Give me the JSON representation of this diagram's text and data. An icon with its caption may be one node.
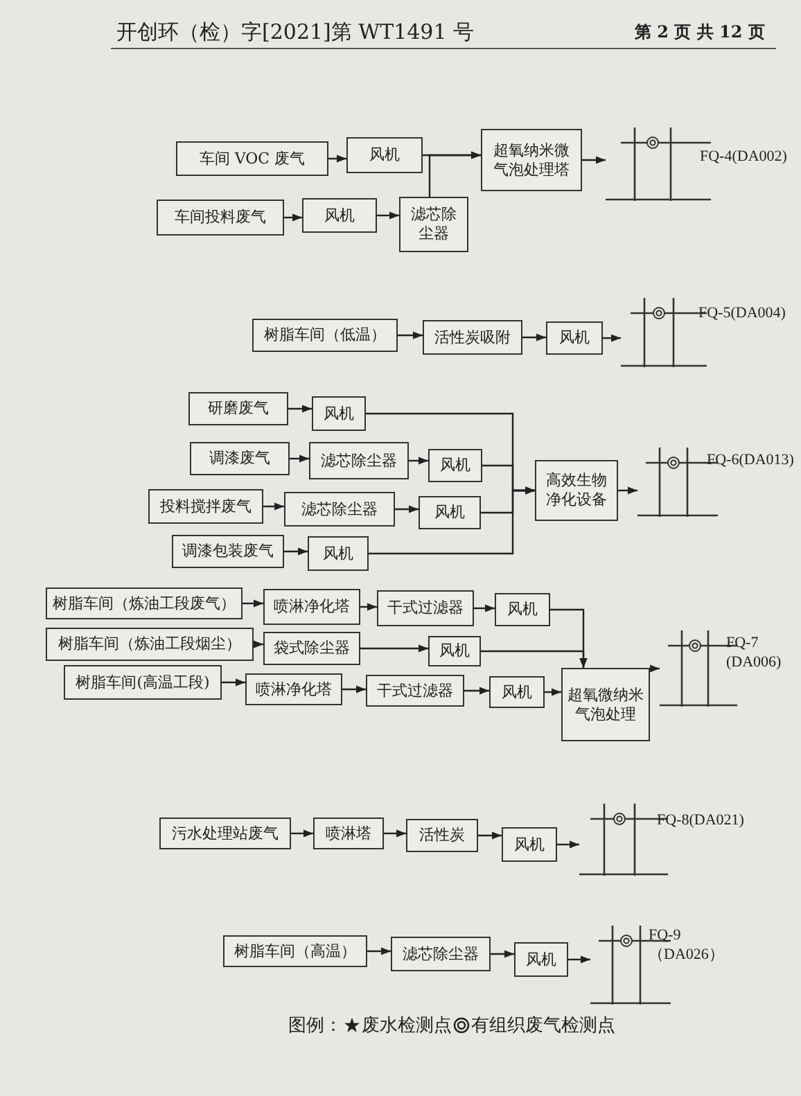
{
  "diagram": {
    "nodes": [
      {
        "text": [
          "车间 VOC 废气"
        ]
      },
      {
        "text": [
          "风机"
        ]
      },
      {
        "text": [
          "超氧纳米微气泡处理塔"
        ]
      },
      {
        "text": [],
        "shape": "chimney",
        "beside": [
          "FQ-4(DA002)"
        ]
      },
      {
        "text": [
          "车间投料废气"
        ]
      },
      {
        "text": [
          "风机"
        ]
      },
      {
        "text": [
          "滤芯除尘器"
        ]
      },
      {
        "text": [
          "树脂车间（低温）"
        ]
      },
      {
        "text": [
          "活性炭吸附"
        ]
      },
      {
        "text": [
          "风机"
        ]
      },
      {
        "text": [],
        "shape": "chimney",
        "beside": [
          "FQ-5(DA004)"
        ]
      },
      {
        "text": [
          "研磨废气"
        ]
      },
      {
        "text": [
          "风机"
        ]
      },
      {
        "text": [
          "高效生物净化设备"
        ]
      },
      {
        "text": [],
        "shape": "chimney",
        "beside": [
          "FQ-6(DA013)"
        ]
      },
      {
        "text": [
          "调漆废气"
        ]
      },
      {
        "text": [
          "滤芯除尘器"
        ]
      },
      {
        "text": [
          "风机"
        ]
      },
      {
        "text": [
          "投料搅拌废气"
        ]
      },
      {
        "text": [
          "滤芯除尘器"
        ]
      },
      {
        "text": [
          "风机"
        ]
      },
      {
        "text": [
          "调漆包装废气"
        ]
      },
      {
        "text": [
          "风机"
        ]
      },
      {
        "text": [
          "树脂车间（炼油工段废气）"
        ]
      },
      {
        "text": [
          "喷淋净化塔"
        ]
      },
      {
        "text": [
          "干式过滤器"
        ]
      },
      {
        "text": [
          "风机"
        ]
      },
      {
        "text": [
          "树脂车间（炼油工段烟尘）"
        ]
      },
      {
        "text": [
          "袋式除尘器"
        ]
      },
      {
        "text": [
          "风机"
        ]
      },
      {
        "text": [
          "超氧微纳米气泡处理"
        ]
      },
      {
        "text": [],
        "shape": "chimney",
        "beside": [
          "FQ-7 (DA006)"
        ]
      },
      {
        "text": [
          "树脂车间(高温工段)"
        ]
      },
      {
        "text": [
          "喷淋净化塔"
        ]
      },
      {
        "text": [
          "干式过滤器"
        ]
      },
      {
        "text": [
          "风机"
        ]
      },
      {
        "text": [
          "污水处理站废气"
        ]
      },
      {
        "text": [
          "喷淋塔"
        ]
      },
      {
        "text": [
          "活性炭"
        ]
      },
      {
        "text": [
          "风机"
        ]
      },
      {
        "text": [],
        "shape": "chimney",
        "beside": [
          "FQ-8(DA021)"
        ]
      },
      {
        "text": [
          "树脂车间（高温）"
        ]
      },
      {
        "text": [
          "滤芯除尘器"
        ]
      },
      {
        "text": [
          "风机"
        ]
      },
      {
        "text": [],
        "shape": "chimney",
        "beside": [
          "FQ-9 （DA026）"
        ]
      }
    ],
    "edges": [
      {
        "from": 0,
        "to": 1,
        "arrow": "to"
      },
      {
        "from": 1,
        "to": 2,
        "arrow": "to"
      },
      {
        "from": 2,
        "to": 3,
        "arrow": "to"
      },
      {
        "from": 4,
        "to": 5,
        "arrow": "to"
      },
      {
        "from": 5,
        "to": 6,
        "arrow": "to"
      },
      {
        "from": 6,
        "to": 2,
        "arrow": "to"
      },
      {
        "from": 7,
        "to": 8,
        "arrow": "to"
      },
      {
        "from": 8,
        "to": 9,
        "arrow": "to"
      },
      {
        "from": 9,
        "to": 10,
        "arrow": "to"
      },
      {
        "from": 11,
        "to": 12,
        "arrow": "to"
      },
      {
        "from": 12,
        "to": 13,
        "arrow": "to"
      },
      {
        "from": 13,
        "to": 14,
        "arrow": "to"
      },
      {
        "from": 15,
        "to": 16,
        "arrow": "to"
      },
      {
        "from": 16,
        "to": 17,
        "arrow": "to"
      },
      {
        "from": 17,
        "to": 13,
        "arrow": "to"
      },
      {
        "from": 18,
        "to": 19,
        "arrow": "to"
      },
      {
        "from": 19,
        "to": 20,
        "arrow": "to"
      },
      {
        "from": 20,
        "to": 13,
        "arrow": "to"
      },
      {
        "from": 21,
        "to": 22,
        "arrow": "to"
      },
      {
        "from": 22,
        "to": 13,
        "arrow": "to"
      },
      {
        "from": 23,
        "to": 24,
        "arrow": "to"
      },
      {
        "from": 24,
        "to": 25,
        "arrow": "to"
      },
      {
        "from": 25,
        "to": 26,
        "arrow": "to"
      },
      {
        "from": 26,
        "to": 30,
        "arrow": "to"
      },
      {
        "from": 27,
        "to": 28,
        "arrow": "to"
      },
      {
        "from": 28,
        "to": 29,
        "arrow": "to"
      },
      {
        "from": 29,
        "to": 30,
        "arrow": "to"
      },
      {
        "from": 30,
        "to": 31,
        "arrow": "to"
      },
      {
        "from": 32,
        "to": 33,
        "arrow": "to"
      },
      {
        "from": 33,
        "to": 34,
        "arrow": "to"
      },
      {
        "from": 34,
        "to": 35,
        "arrow": "to"
      },
      {
        "from": 35,
        "to": 30,
        "arrow": "to"
      },
      {
        "from": 36,
        "to": 37,
        "arrow": "to"
      },
      {
        "from": 37,
        "to": 38,
        "arrow": "to"
      },
      {
        "from": 38,
        "to": 39,
        "arrow": "to"
      },
      {
        "from": 39,
        "to": 40,
        "arrow": "to"
      },
      {
        "from": 41,
        "to": 42,
        "arrow": "to"
      },
      {
        "from": 42,
        "to": 43,
        "arrow": "to"
      },
      {
        "from": 43,
        "to": 44,
        "arrow": "to"
      }
    ],
    "labels": [
      "开创环（检）字[2021]第 WT1491 号",
      "第 2 页 共 12 页",
      "图例："
    ],
    "legend": [
      {
        "text": "废水检测点"
      },
      {
        "text": "有组织废气检测点"
      }
    ]
  }
}
